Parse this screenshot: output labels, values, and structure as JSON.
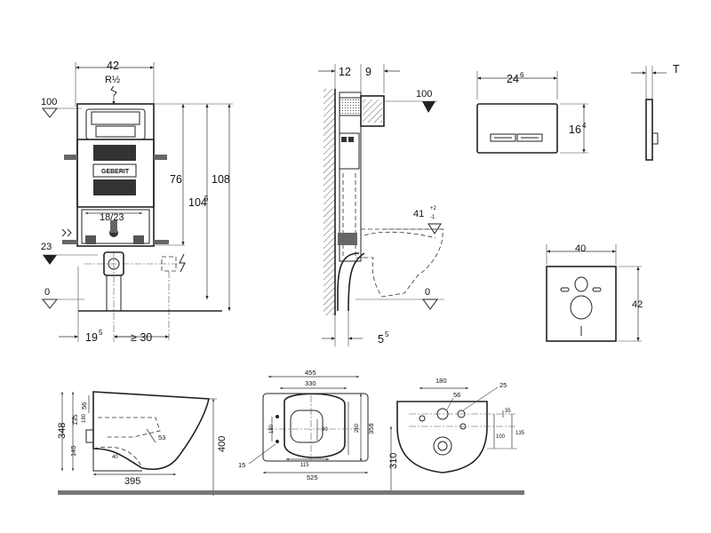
{
  "brand": {
    "logo_text": "GEBERIT"
  },
  "frame": {
    "width_label": "42",
    "pipe_label": "R½",
    "level_top_label": "100",
    "level_23_label": "23",
    "level_0_label": "0",
    "height_76_label": "76",
    "height_104_label": "104",
    "height_104_sup": "5",
    "height_108_label": "108",
    "drain_spacing_label": "18/23",
    "offset_19_label": "19",
    "offset_19_sup": "5",
    "min_30_label": "≥ 30"
  },
  "side": {
    "d12_label": "12",
    "d9_label": "9",
    "level_100_label": "100",
    "level_41_label": "41",
    "tol_plus_label": "+2",
    "tol_minus_label": "-1",
    "level_0_label": "0",
    "d5_label": "5",
    "d5_sup": "5"
  },
  "flush_plate": {
    "width_label": "24",
    "width_sup": "6",
    "height_label": "16",
    "height_sup": "4",
    "thickness_label": "T"
  },
  "pad": {
    "width_label": "40",
    "height_label": "42"
  },
  "bowl_side": {
    "d348": "348",
    "d145": "145",
    "d135": "135",
    "d56": "56",
    "d180": "180",
    "d53": "53",
    "d40": "40",
    "d395": "395",
    "d400": "400"
  },
  "bowl_top": {
    "d455": "455",
    "d330": "330",
    "d180": "180",
    "d90": "90",
    "d260": "260",
    "d358": "358",
    "d115": "115",
    "d15": "15",
    "d525": "525"
  },
  "bowl_back": {
    "d180": "180",
    "d56": "56",
    "d25": "25",
    "d35": "35",
    "d100": "100",
    "d135": "135",
    "d310": "310"
  }
}
